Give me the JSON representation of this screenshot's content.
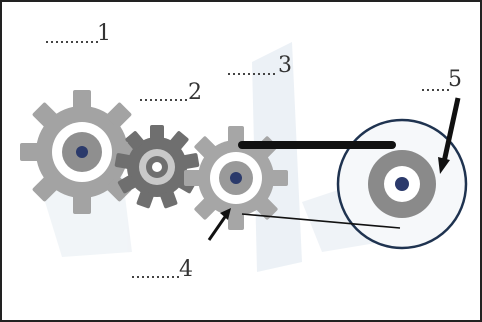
{
  "labels": {
    "label_1": "1",
    "label_2": "2",
    "label_3": "3",
    "label_4": "4",
    "label_5": "5"
  },
  "colors": {
    "gear_light": "#9a9a9a",
    "gear_dark": "#6f6f6f",
    "gear_hub": "#2b3a6b",
    "wheel_rim": "#1f3350",
    "wheel_disk": "#8a8a8a",
    "belt": "#111111",
    "wash": "#dde6ef"
  },
  "icons": {
    "gear": "gear-icon",
    "pulley": "pulley-wheel-icon",
    "pointer": "arrow-pointer-icon"
  }
}
